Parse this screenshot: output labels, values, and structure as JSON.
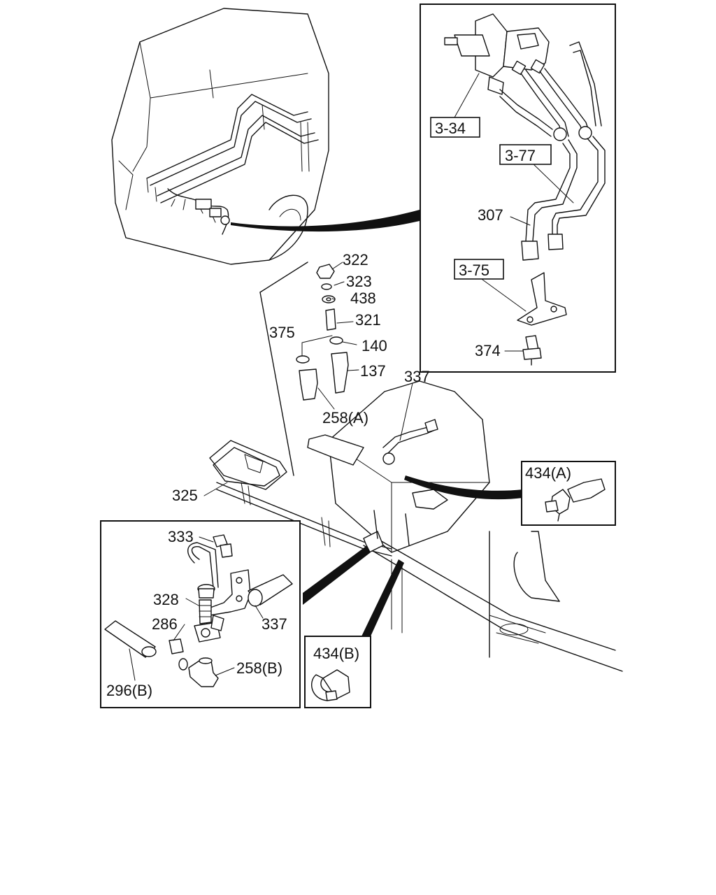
{
  "callouts": {
    "c3_34": "3-34",
    "c3_77": "3-77",
    "c307": "307",
    "c3_75": "3-75",
    "c374": "374",
    "c322": "322",
    "c323": "323",
    "c438": "438",
    "c321": "321",
    "c140": "140",
    "c375": "375",
    "c137": "137",
    "c258a": "258(A)",
    "c337_top": "337",
    "c434a": "434(A)",
    "c325": "325",
    "c333": "333",
    "c328": "328",
    "c337_inset": "337",
    "c286": "286",
    "c258b": "258(B)",
    "c296b": "296(B)",
    "c434b": "434(B)"
  }
}
